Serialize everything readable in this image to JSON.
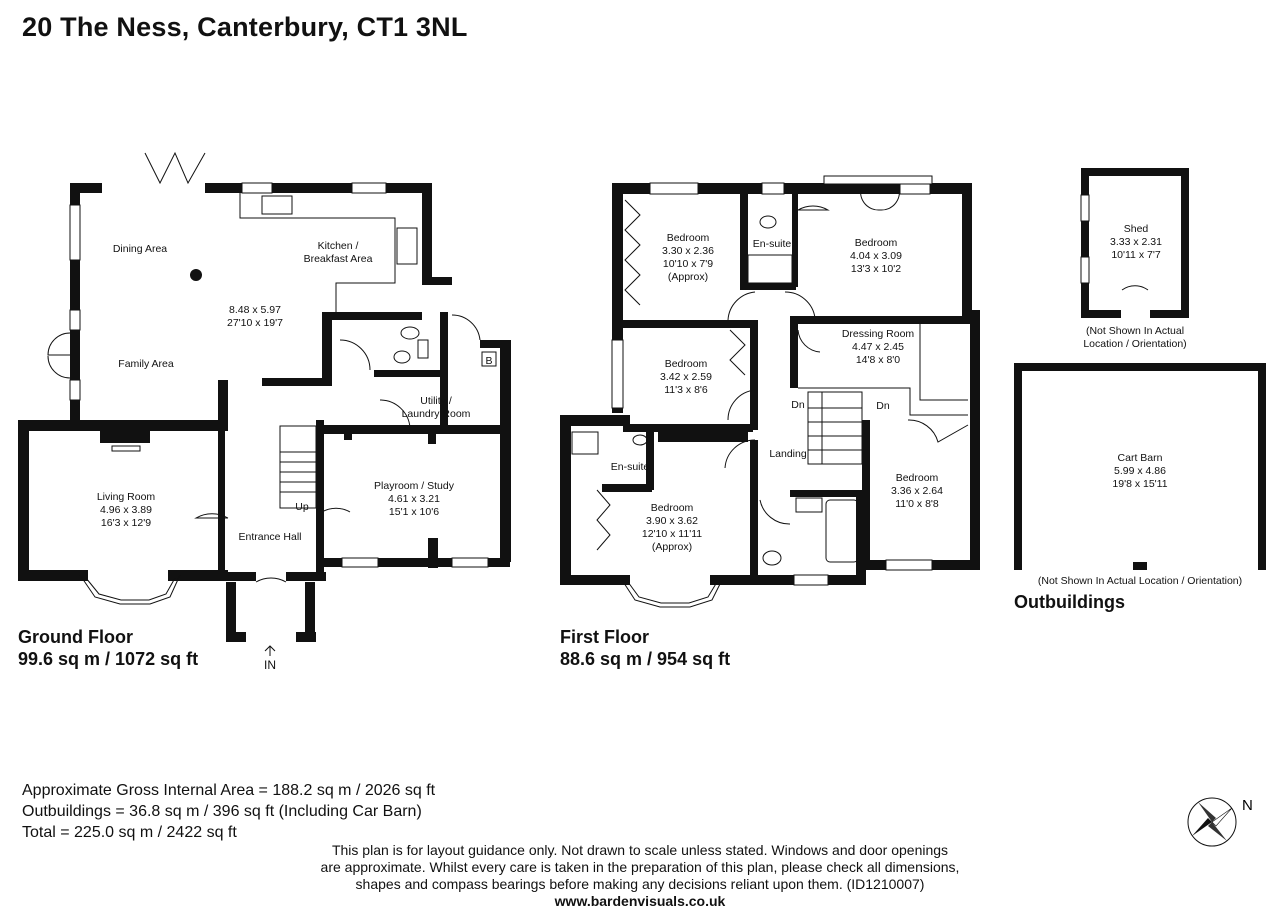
{
  "title": "20 The Ness, Canterbury, CT1 3NL",
  "ground_floor": {
    "name": "Ground Floor",
    "area": "99.6 sq m / 1072 sq ft",
    "rooms": {
      "dining": "Dining Area",
      "kitchen1": "Kitchen /",
      "kitchen2": "Breakfast Area",
      "open_dim1": "8.48 x 5.97",
      "open_dim2": "27'10 x 19'7",
      "family": "Family Area",
      "utility1": "Utility /",
      "utility2": "Laundry Room",
      "boiler": "B",
      "living": "Living Room",
      "living_dim1": "4.96 x 3.89",
      "living_dim2": "16'3 x 12'9",
      "playroom": "Playroom / Study",
      "play_dim1": "4.61 x 3.21",
      "play_dim2": "15'1 x 10'6",
      "up": "Up",
      "hall": "Entrance Hall",
      "entry": "IN"
    }
  },
  "first_floor": {
    "name": "First Floor",
    "area": "88.6 sq m / 954 sq ft",
    "rooms": {
      "bed1": "Bedroom",
      "bed1_d1": "3.30 x 2.36",
      "bed1_d2": "10'10 x 7'9",
      "bed1_d3": "(Approx)",
      "ensuite_top": "En-suite",
      "bed2": "Bedroom",
      "bed2_d1": "4.04 x 3.09",
      "bed2_d2": "13'3 x 10'2",
      "dressing": "Dressing Room",
      "dressing_d1": "4.47 x 2.45",
      "dressing_d2": "14'8 x 8'0",
      "bed3": "Bedroom",
      "bed3_d1": "3.42 x 2.59",
      "bed3_d2": "11'3 x 8'6",
      "dn1": "Dn",
      "dn2": "Dn",
      "landing": "Landing",
      "ensuite_bottom": "En-suite",
      "bed4": "Bedroom",
      "bed4_d1": "3.90 x 3.62",
      "bed4_d2": "12'10 x 11'11",
      "bed4_d3": "(Approx)",
      "bed5": "Bedroom",
      "bed5_d1": "3.36 x 2.64",
      "bed5_d2": "11'0 x 8'8"
    }
  },
  "outbuildings": {
    "name": "Outbuildings",
    "shed": "Shed",
    "shed_d1": "3.33 x 2.31",
    "shed_d2": "10'11 x 7'7",
    "shed_note1": "(Not Shown In Actual",
    "shed_note2": "Location / Orientation)",
    "barn": "Cart Barn",
    "barn_d1": "5.99 x 4.86",
    "barn_d2": "19'8 x 15'11",
    "barn_note": "(Not Shown In Actual Location / Orientation)"
  },
  "areas": {
    "gross": "Approximate Gross Internal Area = 188.2 sq m / 2026 sq ft",
    "outbuildings": "Outbuildings = 36.8 sq m / 396 sq ft (Including Car Barn)",
    "total": "Total = 225.0 sq m / 2422 sq ft"
  },
  "disclaimer": {
    "line1": "This plan is for layout guidance only. Not drawn to scale unless stated. Windows and door openings",
    "line2": "are approximate. Whilst every care is taken in the preparation of this plan, please check all dimensions,",
    "line3": "shapes and compass bearings before making any decisions reliant upon them. (ID1210007)",
    "url": "www.bardenvisuals.co.uk"
  },
  "compass": {
    "label": "N",
    "icon": "compass-rose-icon"
  }
}
